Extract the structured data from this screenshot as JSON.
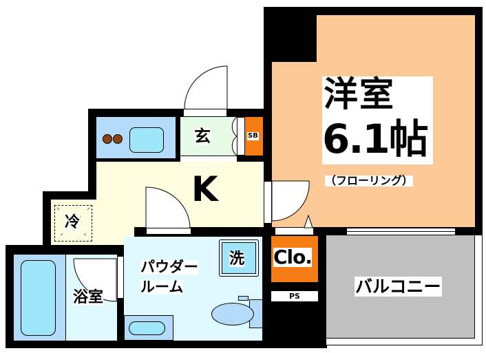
{
  "floor_plan": {
    "rooms": {
      "western_room": {
        "name": "洋室",
        "size": "6.1帖",
        "flooring": "（フローリング）"
      },
      "kitchen": {
        "name": "K"
      },
      "entrance": {
        "name": "玄"
      },
      "shoe_box": {
        "name": "SB"
      },
      "refrigerator": {
        "name": "冷"
      },
      "washer": {
        "name": "洗"
      },
      "powder_room": {
        "name_line1": "パウダー",
        "name_line2": "ルーム"
      },
      "bathroom": {
        "name": "浴室"
      },
      "closet": {
        "name": "Clo."
      },
      "pipe_space": {
        "name": "PS"
      },
      "balcony": {
        "name": "バルコニー"
      }
    },
    "colors": {
      "western_room": "#FCC896",
      "kitchen": "#FFFDE0",
      "entrance": "#E6FAE6",
      "wet_area": "#E0F8FF",
      "fixture_blue": "#B4DCFA",
      "fixture_light": "#A0E6FA",
      "orange": "#F57D14",
      "balcony": "#C0C0C0",
      "wall": "#000000",
      "burner": "#8B4513"
    }
  }
}
